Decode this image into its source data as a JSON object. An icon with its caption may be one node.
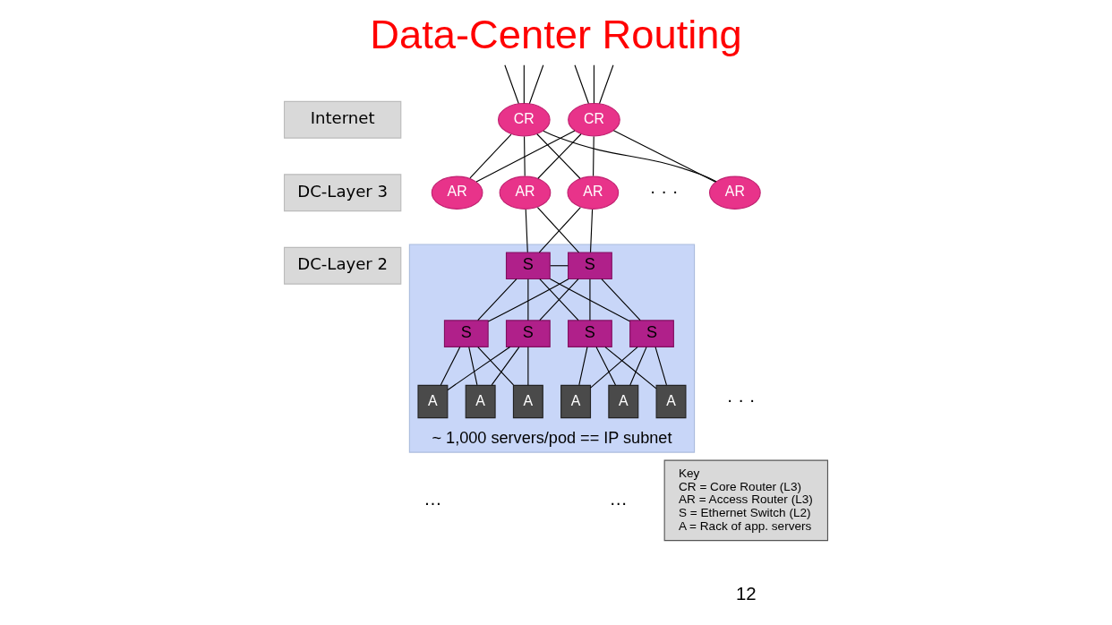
{
  "diagram": {
    "title": "Data-Center Routing",
    "nodes": [
      {
        "text": [
          "Internet"
        ]
      },
      {
        "text": [
          "DC-Layer 3"
        ]
      },
      {
        "text": [
          "DC-Layer 2"
        ]
      },
      {
        "text": [
          "CR"
        ]
      },
      {
        "text": [
          "CR"
        ]
      },
      {
        "text": [
          "AR"
        ]
      },
      {
        "text": [
          "AR"
        ]
      },
      {
        "text": [
          "AR"
        ]
      },
      {
        "text": [
          "AR"
        ]
      },
      {
        "text": [
          "~ 1,000 servers/pod == IP subnet"
        ]
      },
      {
        "text": [
          "S"
        ],
        "in": 9
      },
      {
        "text": [
          "S"
        ],
        "in": 9
      },
      {
        "text": [
          "S"
        ],
        "in": 9
      },
      {
        "text": [
          "S"
        ],
        "in": 9
      },
      {
        "text": [
          "S"
        ],
        "in": 9
      },
      {
        "text": [
          "S"
        ],
        "in": 9
      },
      {
        "text": [
          "A"
        ],
        "in": 9
      },
      {
        "text": [
          "A"
        ],
        "in": 9
      },
      {
        "text": [
          "A"
        ],
        "in": 9
      },
      {
        "text": [
          "A"
        ],
        "in": 9
      },
      {
        "text": [
          "A"
        ],
        "in": 9
      },
      {
        "text": [
          "A"
        ],
        "in": 9
      },
      {
        "text": [
          "Key",
          "CR = Core Router (L3)",
          "AR = Access Router (L3)",
          "S = Ethernet Switch (L2)",
          "A = Rack of app. servers"
        ]
      }
    ],
    "edges": [
      {
        "from": null,
        "to": 3,
        "arrow": "none"
      },
      {
        "from": null,
        "to": 3,
        "arrow": "none"
      },
      {
        "from": null,
        "to": 3,
        "arrow": "none"
      },
      {
        "from": null,
        "to": 4,
        "arrow": "none"
      },
      {
        "from": null,
        "to": 4,
        "arrow": "none"
      },
      {
        "from": null,
        "to": 4,
        "arrow": "none"
      },
      {
        "from": 3,
        "to": 5,
        "arrow": "none"
      },
      {
        "from": 3,
        "to": 6,
        "arrow": "none"
      },
      {
        "from": 3,
        "to": 7,
        "arrow": "none"
      },
      {
        "from": 3,
        "to": 8,
        "arrow": "none"
      },
      {
        "from": 4,
        "to": 5,
        "arrow": "none"
      },
      {
        "from": 4,
        "to": 6,
        "arrow": "none"
      },
      {
        "from": 4,
        "to": 7,
        "arrow": "none"
      },
      {
        "from": 4,
        "to": 8,
        "arrow": "none"
      },
      {
        "from": 5,
        "to": 10,
        "arrow": "none"
      },
      {
        "from": 5,
        "to": 11,
        "arrow": "none"
      },
      {
        "from": 6,
        "to": 10,
        "arrow": "none"
      },
      {
        "from": 6,
        "to": 11,
        "arrow": "none"
      },
      {
        "from": 10,
        "to": 11,
        "arrow": "none"
      },
      {
        "from": 10,
        "to": 12,
        "arrow": "none"
      },
      {
        "from": 10,
        "to": 13,
        "arrow": "none"
      },
      {
        "from": 10,
        "to": 14,
        "arrow": "none"
      },
      {
        "from": 10,
        "to": 15,
        "arrow": "none"
      },
      {
        "from": 11,
        "to": 12,
        "arrow": "none"
      },
      {
        "from": 11,
        "to": 13,
        "arrow": "none"
      },
      {
        "from": 11,
        "to": 14,
        "arrow": "none"
      },
      {
        "from": 11,
        "to": 15,
        "arrow": "none"
      },
      {
        "from": 12,
        "to": 16,
        "arrow": "none"
      },
      {
        "from": 12,
        "to": 17,
        "arrow": "none"
      },
      {
        "from": 12,
        "to": 18,
        "arrow": "none"
      },
      {
        "from": 13,
        "to": 16,
        "arrow": "none"
      },
      {
        "from": 13,
        "to": 17,
        "arrow": "none"
      },
      {
        "from": 13,
        "to": 18,
        "arrow": "none"
      },
      {
        "from": 14,
        "to": 19,
        "arrow": "none"
      },
      {
        "from": 14,
        "to": 20,
        "arrow": "none"
      },
      {
        "from": 14,
        "to": 21,
        "arrow": "none"
      },
      {
        "from": 15,
        "to": 19,
        "arrow": "none"
      },
      {
        "from": 15,
        "to": 20,
        "arrow": "none"
      },
      {
        "from": 15,
        "to": 21,
        "arrow": "none"
      }
    ],
    "labels": [
      "· · ·",
      "· · ·",
      "…",
      "…",
      "12"
    ]
  }
}
